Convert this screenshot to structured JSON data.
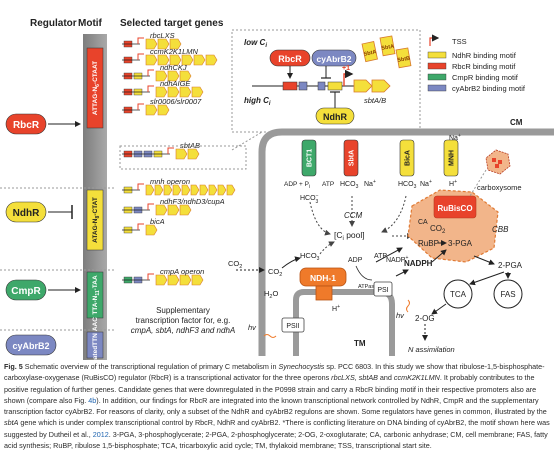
{
  "figure": {
    "headers": {
      "regulator": "Regulator",
      "motif": "Motif",
      "targets": "Selected target genes"
    },
    "regulators": [
      {
        "name": "RbcR",
        "fill": "#e8432b",
        "text_color": "#ffffff"
      },
      {
        "name": "NdhR",
        "fill": "#f4df3b",
        "text_color": "#222222"
      },
      {
        "name": "CmpR",
        "fill": "#3ea86a",
        "text_color": "#ffffff"
      },
      {
        "name": "cyAbrB2",
        "fill": "#7c88c2",
        "text_color": "#ffffff"
      }
    ],
    "motifs": [
      {
        "left": "ATTAG-N",
        "sub": "6",
        "right": "-CTAAT",
        "color": "#e8432b"
      },
      {
        "left": "ATAG-N",
        "sub": "8",
        "right": "-CTAT",
        "color": "#f4df3b"
      },
      {
        "left": "TTA-N",
        "sub": "11",
        "right": "-TAA",
        "color": "#3ea86a"
      },
      {
        "left": "repeated",
        "sub": "",
        "right": "TTN",
        "extra": "AAC",
        "color": "#7c88c2"
      }
    ],
    "genes": [
      "rbcLXS",
      "ccmK2K1LMN",
      "ndhCKJ",
      "ndhAIGE",
      "slr0006/slr0007",
      "sbtAB",
      "mnh operon",
      "ndhF3/ndhD3/cupA",
      "bicA",
      "cmpA operon"
    ],
    "supplementary": [
      "Supplementary",
      "transcription factor for, e.g.",
      "cmpA, sbtA, ndhF3 and ndhA"
    ],
    "inset": {
      "low_ci": "low C",
      "high_ci": "high C",
      "ci_sub": "i",
      "rbcr": "RbcR",
      "cyabrb2": "cyAbrB2",
      "ndhr": "NdhR",
      "plus1": "+1",
      "gene": "sbtA/B",
      "small_proteins": [
        "SbtA",
        "SbtA",
        "SbtB"
      ]
    },
    "legend": {
      "items": [
        {
          "label": "TSS",
          "color": "#e8432b"
        },
        {
          "label": "NdhR binding motif",
          "color": "#f4df3b"
        },
        {
          "label": "RbcR binding motif",
          "color": "#e8432b"
        },
        {
          "label": "CmpR binding motif",
          "color": "#3ea86a"
        },
        {
          "label": "cyAbrB2 binding motif",
          "color": "#7c88c2"
        }
      ]
    },
    "cell": {
      "transporters": [
        {
          "name": "BCT1",
          "color": "#3ea86a"
        },
        {
          "name": "SbtA",
          "color": "#e8432b"
        },
        {
          "name": "BicA",
          "color": "#f4df3b"
        },
        {
          "name": "MNH",
          "color": "#f4df3b"
        }
      ],
      "labels": {
        "cm": "CM",
        "tm": "TM",
        "ccm": "CCM",
        "cbb": "CBB",
        "ci_pool": "[C",
        "ci_pool_sub": "i",
        "ci_pool_end": " pool]",
        "carboxysome": "carboxysome",
        "rubisco": "RuBisCO",
        "ca": "CA",
        "co2": "CO",
        "two": "2",
        "rubp": "RuBP",
        "pga3": "3-PGA",
        "pga2": "2-PGA",
        "tca": "TCA",
        "fas": "FAS",
        "og2": "2-OG",
        "n_assim": "N assimilation",
        "ndh1": "NDH-1",
        "psi": "PSI",
        "psii": "PSII",
        "hv": "hv",
        "atp": "ATP",
        "adp": "ADP",
        "adp_p": "ADP + P",
        "p_sub": "i",
        "nadph": "NADPH",
        "nadp": "NADP",
        "atpase": "ATPase",
        "hco3": "HCO",
        "minus": "−",
        "three": "3",
        "na": "Na",
        "plus": "+",
        "h": "H",
        "h2o": "H",
        "o": "O"
      }
    }
  },
  "caption": {
    "fig_label": "Fig. 5",
    "text_1": " Schematic overview of the transcriptional regulation of primary C metabolism in ",
    "organism": "Synechocystis",
    "text_2": " sp. PCC 6803. In this study we show that ribulose-1,5-bisphosphate-carboxylase-oxygenase (RuBisCO) regulator (RbcR) is a transcriptional activator for the three operons ",
    "operons": "rbcLXS, sbtAB",
    "text_and": " and ",
    "operon3": "ccmK2K1LMN",
    "text_3": ". It probably contributes to the positive regulation of further genes. Candidate genes that were downregulated in the P0998 strain and carry a RbcR binding motif in their respective promoters also are shown (compare also Fig. ",
    "fig_ref": "4b",
    "text_4": "). In addition, our findings for RbcR are integrated into the known transcriptional network controlled by NdhR, CmpR and the supplementary transcription factor cyAbrB2. For reasons of clarity, only a subset of the NdhR and cyAbrB2 regulons are shown. Some regulators have genes in common, illustrated by the ",
    "sbta": "sbtA",
    "text_5": " gene which is under complex transcriptional control by RbcR, NdhR and cyAbrB2. *There is conflicting literature on DNA binding of cyAbrB2, the motif shown here was suggested by Dutheil et al., ",
    "year_ref": "2012",
    "text_6": ". 3-PGA, 3-phosphoglycerate; 2-PGA, 2-phosphoglycerate; 2-OG, 2-oxoglutarate; CA, carbonic anhydrase; CM, cell membrane; FAS, fatty acid synthesis; RuBP, ribulose 1,5-bisphosphate; TCA, tricarboxylic acid cycle; TM, thylakoid membrane; TSS, transcriptional start site."
  }
}
